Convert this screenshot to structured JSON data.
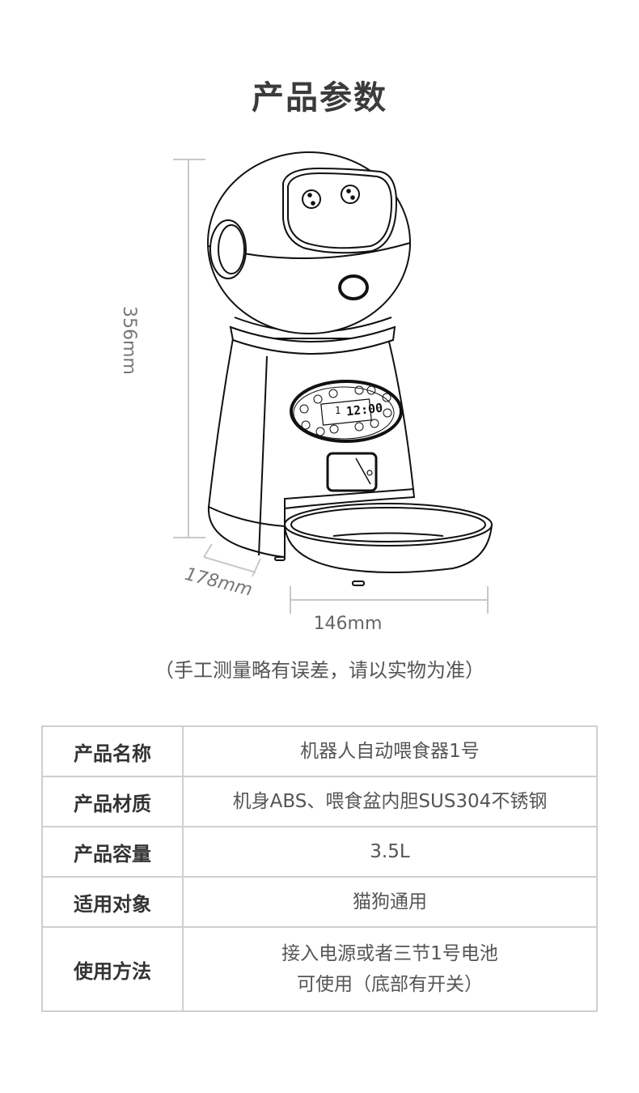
{
  "page": {
    "title": "产品参数"
  },
  "diagram": {
    "subject": "robot-pet-feeder-line-drawing",
    "display_time": "12:00",
    "display_meal": "1",
    "dimensions": {
      "height": "356mm",
      "depth": "178mm",
      "width": "146mm"
    },
    "note": "（手工测量略有误差，请以实物为准）",
    "line_color": "#111111",
    "dimension_line_color": "#c8c8c8"
  },
  "spec_table": {
    "border_color": "#cfcfcf",
    "rows": [
      {
        "label": "产品名称",
        "value": [
          "机器人自动喂食器1号"
        ]
      },
      {
        "label": "产品材质",
        "value": [
          "机身ABS、喂食盆内胆SUS304不锈钢"
        ]
      },
      {
        "label": "产品容量",
        "value": [
          "3.5L"
        ]
      },
      {
        "label": "适用对象",
        "value": [
          "猫狗通用"
        ]
      },
      {
        "label": "使用方法",
        "value": [
          "接入电源或者三节1号电池",
          "可使用（底部有开关）"
        ]
      }
    ]
  }
}
